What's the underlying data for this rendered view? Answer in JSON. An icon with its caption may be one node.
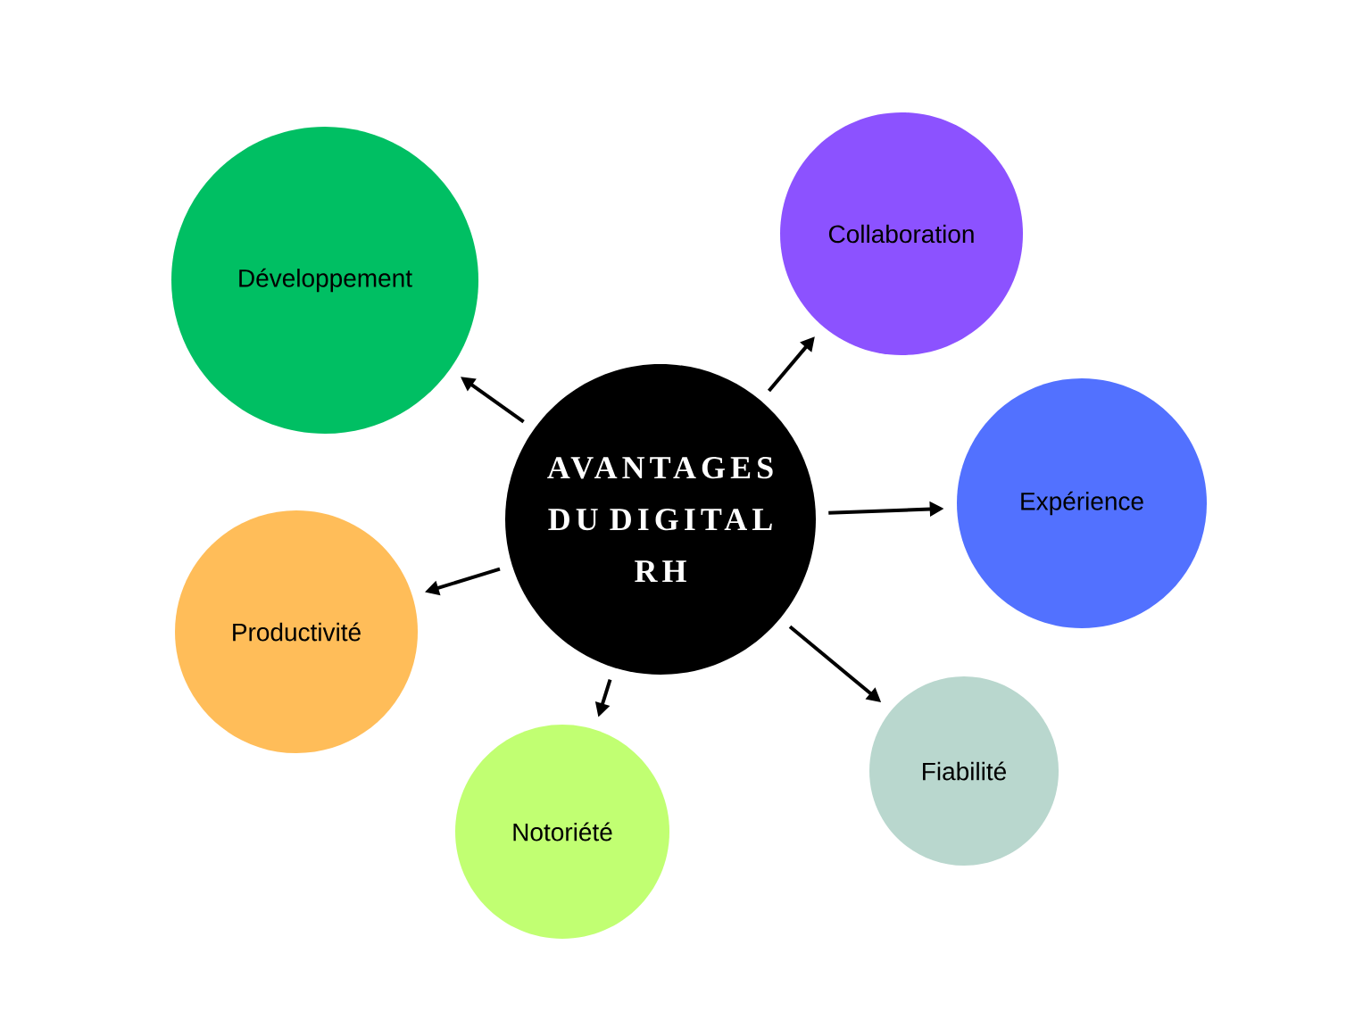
{
  "diagram": {
    "nodes": [
      {
        "text": [
          "AVANTAGES DU DIGITAL RH"
        ]
      },
      {
        "text": [
          "Développement"
        ]
      },
      {
        "text": [
          "Collaboration"
        ]
      },
      {
        "text": [
          "Expérience"
        ]
      },
      {
        "text": [
          "Productivité"
        ]
      },
      {
        "text": [
          "Fiabilité"
        ]
      },
      {
        "text": [
          "Notoriété"
        ]
      }
    ],
    "edges": [
      {
        "from": 0,
        "to": 1,
        "arrow": "to"
      },
      {
        "from": 0,
        "to": 2,
        "arrow": "to"
      },
      {
        "from": 0,
        "to": 3,
        "arrow": "to"
      },
      {
        "from": 0,
        "to": 4,
        "arrow": "to"
      },
      {
        "from": 0,
        "to": 5,
        "arrow": "to"
      },
      {
        "from": 0,
        "to": 6,
        "arrow": "to"
      }
    ]
  }
}
